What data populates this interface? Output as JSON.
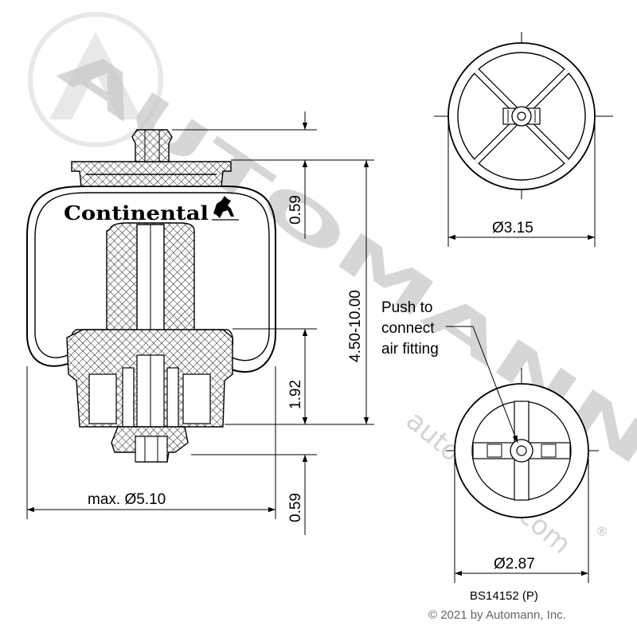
{
  "brand": {
    "logo_text": "Continental",
    "watermark": "AUTOMANN",
    "watermark_mark": "®",
    "watermark_url": "automann.com"
  },
  "dimensions": {
    "top_fitting_height": "0.59",
    "overall_height": "4.50-10.00",
    "piston_height": "1.92",
    "bottom_fitting_height": "0.59",
    "max_diameter": "max. Ø5.10",
    "top_plate_diameter": "Ø3.15",
    "piston_diameter": "Ø2.87"
  },
  "annotation": {
    "line1": "Push to",
    "line2": "connect",
    "line3": "air fitting"
  },
  "part_number": "BS14152 (P)",
  "copyright": "© 2021 by Automann, Inc."
}
